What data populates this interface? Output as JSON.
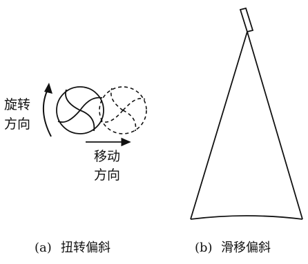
{
  "panel_a": {
    "rotation_label_line1": "旋转",
    "rotation_label_line2": "方向",
    "move_label_line1": "移动",
    "move_label_line2": "方向",
    "caption_letter": "(a)",
    "caption_text": "扭转偏斜"
  },
  "panel_b": {
    "caption_letter": "(b)",
    "caption_text": "滑移偏斜"
  },
  "colors": {
    "ink": "#111111",
    "background": "#ffffff"
  }
}
